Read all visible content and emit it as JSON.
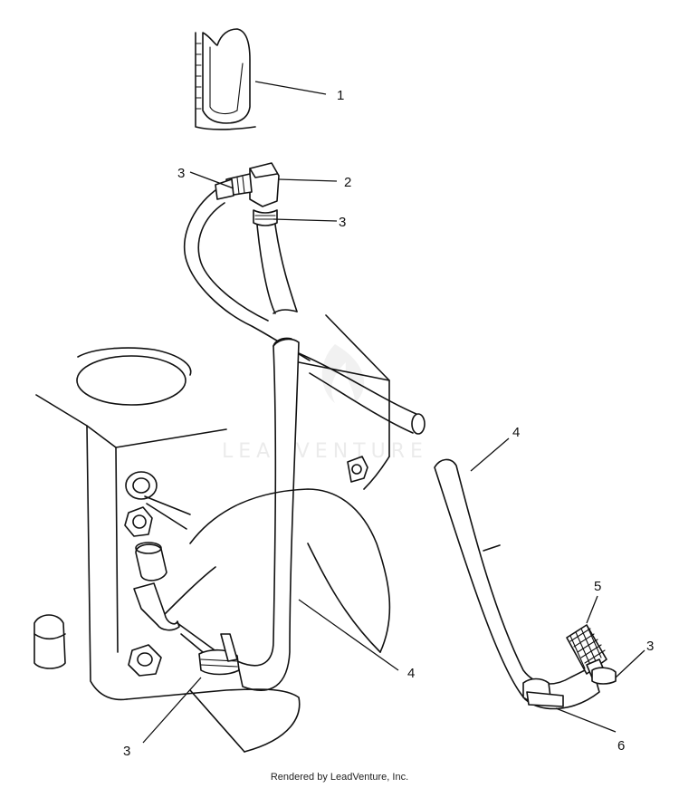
{
  "watermark": "LEADVENTURE",
  "footer": "Rendered by LeadVenture, Inc.",
  "callouts": {
    "c1": "1",
    "c2": "2",
    "c3a": "3",
    "c3b": "3",
    "c4a": "4",
    "c4b": "4",
    "c5": "5",
    "c3c": "3",
    "c6": "6",
    "c3d": "3"
  }
}
